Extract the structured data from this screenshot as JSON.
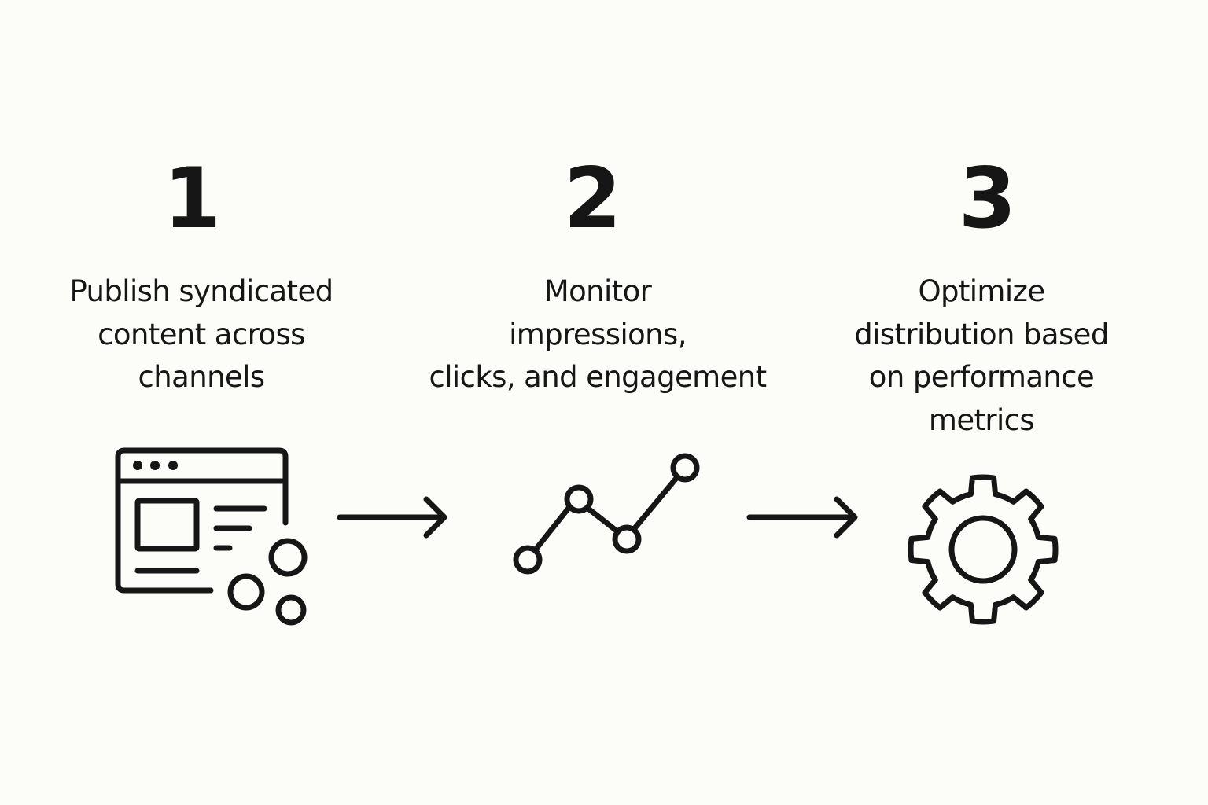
{
  "steps": [
    {
      "number": "1",
      "label_lines": [
        "Publish syndicated",
        "content across",
        "channels"
      ],
      "icon": "browser-window-with-circles-icon"
    },
    {
      "number": "2",
      "label_lines": [
        "Monitor",
        "impressions,",
        "clicks, and engagement"
      ],
      "icon": "line-chart-icon"
    },
    {
      "number": "3",
      "label_lines": [
        "Optimize",
        "distribution based",
        "on performance",
        "metrics"
      ],
      "icon": "gear-icon"
    }
  ],
  "connectors": [
    "arrow-right-icon",
    "arrow-right-icon"
  ],
  "colors": {
    "background": "#fcfcf9",
    "ink": "#161616"
  }
}
